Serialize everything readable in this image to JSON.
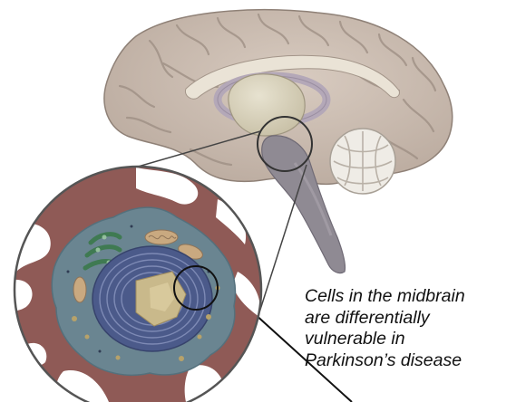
{
  "caption": {
    "lines": [
      "Cells in the midbrain",
      "are differentially",
      "vulnerable in",
      "Parkinson’s disease"
    ]
  },
  "colors": {
    "brain_tissue": "#cdbfb3",
    "brain_outline": "#8f8177",
    "thalamus": "#d9d3bd",
    "fornix_ring": "#b9aebb",
    "brainstem": "#8c8790",
    "cerebellum": "#efece6",
    "neuron_body": "#6a8591",
    "extracellular": "#8f5a56",
    "nucleus": "#4b5a8a",
    "nucleolus": "#c9b98b",
    "callout_lines": "#111111"
  },
  "icons": {
    "zoom_circle_small": "magnify-circle-icon",
    "zoom_circle_large": "magnified-cell-icon"
  }
}
